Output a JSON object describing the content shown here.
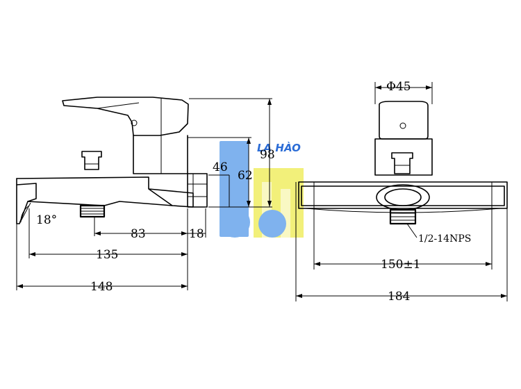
{
  "colors": {
    "line": "#000000",
    "logo_blue": "#7fb2ee",
    "logo_yellow": "#f2f07a",
    "logo_text": "#2b6cd6"
  },
  "side_view": {
    "dim_angle": "18°",
    "dim_83": "83",
    "dim_18": "18",
    "dim_135": "135",
    "dim_148": "148",
    "dim_46": "46",
    "dim_62": "62",
    "dim_98": "98"
  },
  "front_view": {
    "dim_diameter": "Φ45",
    "dim_thread": "1/2-14NPS",
    "dim_150": "150±1",
    "dim_184": "184"
  },
  "watermark": {
    "brand": "LA HÀO",
    "logo_icon": "la-hao-logo-icon"
  }
}
